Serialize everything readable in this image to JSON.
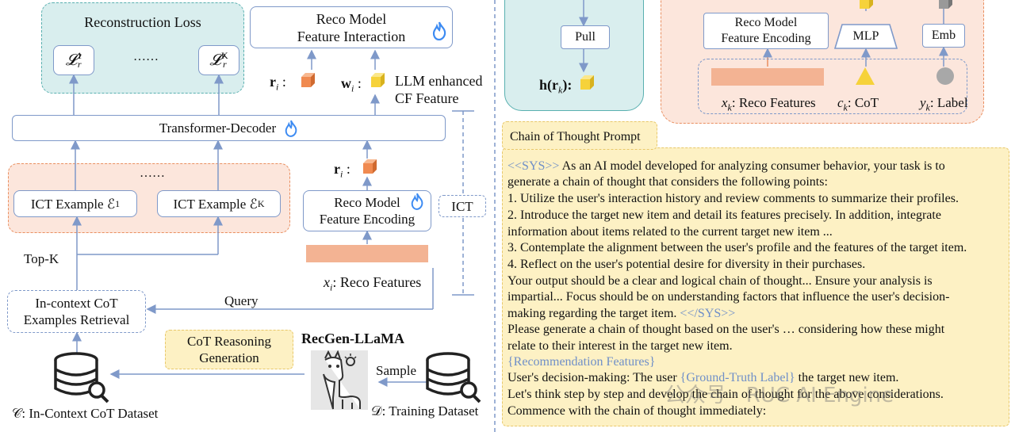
{
  "left": {
    "recon_loss_title": "Reconstruction Loss",
    "loss_1": "𝓛",
    "loss_1_sup": "1",
    "loss_1_sub": "r",
    "loss_k": "𝓛",
    "loss_k_sup": "K",
    "loss_k_sub": "r",
    "loss_dots": "……",
    "reco_interaction_l1": "Reco Model",
    "reco_interaction_l2": "Feature Interaction",
    "ri_label": "r",
    "ri_sub": "i",
    "colon": " :",
    "wi_label": "w",
    "wi_sub": "i",
    "llm_l1": "LLM enhanced",
    "llm_l2": "CF Feature",
    "transformer": "Transformer-Decoder",
    "ict_dots": "……",
    "ict1_text": "ICT Example ℰ",
    "ict1_sub": "1",
    "ictk_text": "ICT Example ℰ",
    "ictk_sub": "K",
    "ri2_label": "r",
    "ri2_sub": "i",
    "reco_enc_l1": "Reco Model",
    "reco_enc_l2": "Feature Encoding",
    "ict_side": "ICT",
    "topk": "Top-K",
    "xi_label": "x",
    "xi_sub": "i",
    "xi_text": ": Reco Features",
    "query": "Query",
    "retrieval_l1": "In-context CoT",
    "retrieval_l2": "Examples Retrieval",
    "cot_gen_l1": "CoT Reasoning",
    "cot_gen_l2": "Generation",
    "recgen": "RecGen-LLaMA",
    "sample": "Sample",
    "c_dataset": "𝒞: In-Context CoT Dataset",
    "d_dataset": "𝒟: Training Dataset"
  },
  "right_top": {
    "pull": "Pull",
    "h_label": "h(r",
    "h_sub": "k",
    "h_end": "):",
    "reco_enc_l1": "Reco Model",
    "reco_enc_l2": "Feature Encoding",
    "mlp": "MLP",
    "emb": "Emb",
    "xk_label": "x",
    "xk_sub": "k",
    "xk_text": ": Reco Features",
    "ck_label": "c",
    "ck_sub": "k",
    "ck_text": ": CoT",
    "yk_label": "y",
    "yk_sub": "k",
    "yk_text": ": Label"
  },
  "prompt": {
    "title": "Chain of Thought Prompt",
    "sys_open": "<<SYS>>",
    "l1_rest": " As an AI model developed for analyzing consumer behavior, your task is to",
    "l2": "generate a chain of thought that considers the following points:",
    "l3": "1. Utilize the user's interaction history and review comments to summarize their profiles.",
    "l4": "2. Introduce the target new item and detail its features precisely. In addition, integrate",
    "l5": "information about items related to the current target new item ...",
    "l6": "3. Contemplate the alignment between the user's profile and the features of the target item.",
    "l7": "4. Reflect on the user's potential desire for diversity in their purchases.",
    "l8": "Your output should be a clear and logical chain of thought... Ensure your analysis is",
    "l9": "impartial... Focus should be on understanding factors that influence the user's decision-",
    "l10": "making regarding the target item. ",
    "sys_close": "<</SYS>>",
    "l11": "Please generate a chain of thought based on the user's … considering how these might",
    "l12": "relate to their interest in the target new item.",
    "l13": "{Recommendation Features}",
    "l14_a": "User's decision-making: The user ",
    "l14_b": "{Ground-Truth Label}",
    "l14_c": " the target new item.",
    "l15": "Let's think step by step and develop the chain of thought for the above considerations.",
    "l16": "Commence with the chain of thought immediately:",
    "watermark": "公众号 · RUC AI Engine"
  },
  "colors": {
    "teal_bg": "#d9eeee",
    "teal_border": "#59b0b0",
    "salmon_bg": "#fce6dc",
    "salmon_border": "#e98f60",
    "yellow_bg": "#fdf1c4",
    "yellow_border": "#e8c86a",
    "blue_line": "#7f99c9",
    "sys_blue": "#6f8fc8",
    "flame_blue": "#3d8bf2"
  }
}
